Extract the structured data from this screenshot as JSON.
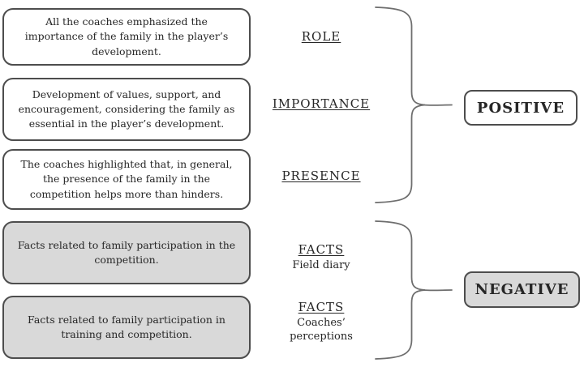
{
  "diagram": {
    "left_boxes": [
      {
        "text": "All the coaches emphasized the importance of the family in the player’s development.",
        "style": "white"
      },
      {
        "text": "Development of values, support, and encouragement, considering the family as essential in the player’s development.",
        "style": "white"
      },
      {
        "text": "The coaches highlighted that, in general, the presence of the family in the competition helps more than hinders.",
        "style": "white"
      },
      {
        "text": "Facts related to family participation in the competition.",
        "style": "gray"
      },
      {
        "text": "Facts related to family participation in training and competition.",
        "style": "gray"
      }
    ],
    "categories": [
      {
        "title": "ROLE",
        "subtitle": ""
      },
      {
        "title": "IMPORTANCE",
        "subtitle": ""
      },
      {
        "title": "PRESENCE",
        "subtitle": ""
      },
      {
        "title": "FACTS",
        "subtitle": "Field diary"
      },
      {
        "title": "FACTS",
        "subtitle": "Coaches’ perceptions"
      }
    ],
    "groups": [
      {
        "label": "POSITIVE",
        "style": "white"
      },
      {
        "label": "NEGATIVE",
        "style": "gray"
      }
    ],
    "colors": {
      "gray_fill": "#d9d9d9",
      "box_border": "#4d4d4d",
      "brace_stroke": "#6e6e6e",
      "text": "#262626",
      "background": "#ffffff"
    }
  }
}
